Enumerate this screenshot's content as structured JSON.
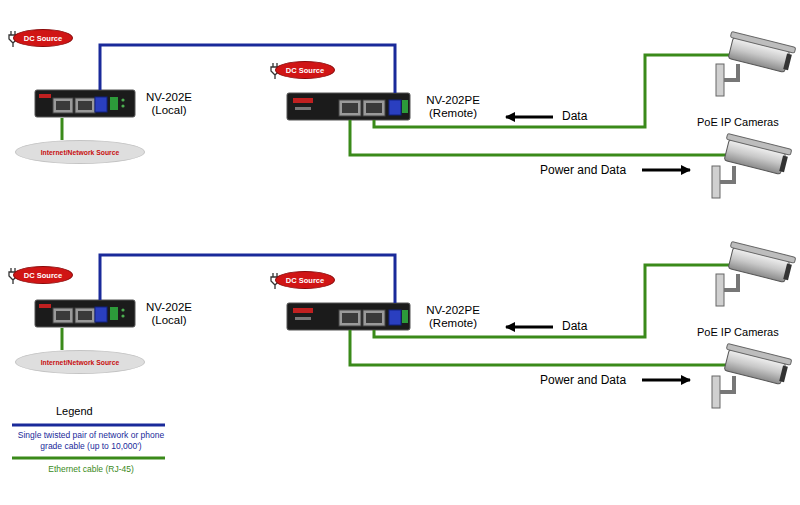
{
  "diagram": {
    "nodes": [
      {
        "text": [
          "DC Source"
        ]
      },
      {
        "text": [
          "NV-202E (Local)"
        ]
      },
      {
        "text": [
          "Internet/Network Source"
        ]
      },
      {
        "text": [
          "DC Source"
        ]
      },
      {
        "text": [
          "NV-202PE (Remote)"
        ]
      },
      {
        "text": [
          "DC Source"
        ]
      },
      {
        "text": [
          "NV-202E (Local)"
        ]
      },
      {
        "text": [
          "Internet/Network Source"
        ]
      },
      {
        "text": [
          "DC Source"
        ]
      },
      {
        "text": [
          "NV-202PE (Remote)"
        ]
      }
    ],
    "edges": [
      {
        "from": 1,
        "to": 4,
        "arrow": "none"
      },
      {
        "from": 1,
        "to": 2,
        "arrow": "none"
      },
      {
        "from": 6,
        "to": 9,
        "arrow": "none"
      },
      {
        "from": 6,
        "to": 7,
        "arrow": "none"
      }
    ],
    "labels": [
      "Data",
      "PoE IP Cameras",
      "Power and Data",
      "Data",
      "PoE IP Cameras",
      "Power and Data",
      "Legend"
    ],
    "legend": [
      {
        "text": "Single twisted pair of network or phone grade cable (up to 10,000')"
      },
      {
        "text": "Ethernet cable (RJ-45)"
      }
    ]
  }
}
